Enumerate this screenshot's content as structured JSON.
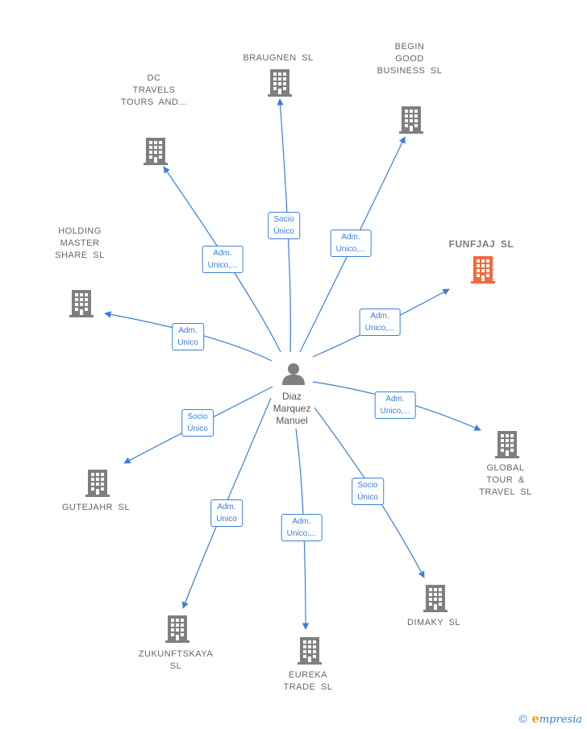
{
  "center": {
    "name": "Diaz\nMarquez\nManuel"
  },
  "nodes": [
    {
      "id": "braugnen",
      "label": "BRAUGNEN  SL",
      "highlight": false
    },
    {
      "id": "begin",
      "label": "BEGIN\nGOOD\nBUSINESS  SL",
      "highlight": false
    },
    {
      "id": "dc",
      "label": "DC\nTRAVELS\nTOURS AND...",
      "highlight": false
    },
    {
      "id": "funfjaj",
      "label": "FUNFJAJ  SL",
      "highlight": true
    },
    {
      "id": "holding",
      "label": "HOLDING\nMASTER\nSHARE  SL",
      "highlight": false
    },
    {
      "id": "global",
      "label": "GLOBAL\nTOUR &\nTRAVEL  SL",
      "highlight": false
    },
    {
      "id": "gutejahr",
      "label": "GUTEJAHR  SL",
      "highlight": false
    },
    {
      "id": "dimaky",
      "label": "DIMAKY SL",
      "highlight": false
    },
    {
      "id": "zukunft",
      "label": "ZUKUNFTSKAYA\nSL",
      "highlight": false
    },
    {
      "id": "eureka",
      "label": "EUREKA\nTRADE  SL",
      "highlight": false
    }
  ],
  "edges": [
    {
      "to": "braugnen",
      "label": "Socio\nÚnico"
    },
    {
      "to": "begin",
      "label": "Adm.\nUnico,..."
    },
    {
      "to": "dc",
      "label": "Adm.\nUnico,..."
    },
    {
      "to": "funfjaj",
      "label": "Adm.\nUnico,..."
    },
    {
      "to": "holding",
      "label": "Adm.\nUnico"
    },
    {
      "to": "global",
      "label": "Adm.\nUnico,..."
    },
    {
      "to": "gutejahr",
      "label": "Socio\nÚnico"
    },
    {
      "to": "dimaky",
      "label": "Socio\nÚnico"
    },
    {
      "to": "zukunft",
      "label": "Adm.\nUnico"
    },
    {
      "to": "eureka",
      "label": "Adm.\nUnico,..."
    }
  ],
  "colors": {
    "edge": "#3a7fd5",
    "building": "#7f7f7f",
    "highlight_building": "#f26a3a"
  },
  "icons": {
    "person": "person-icon",
    "building": "building-icon"
  },
  "brand": {
    "copyright": "©",
    "initial": "e",
    "name": "mpresia"
  }
}
